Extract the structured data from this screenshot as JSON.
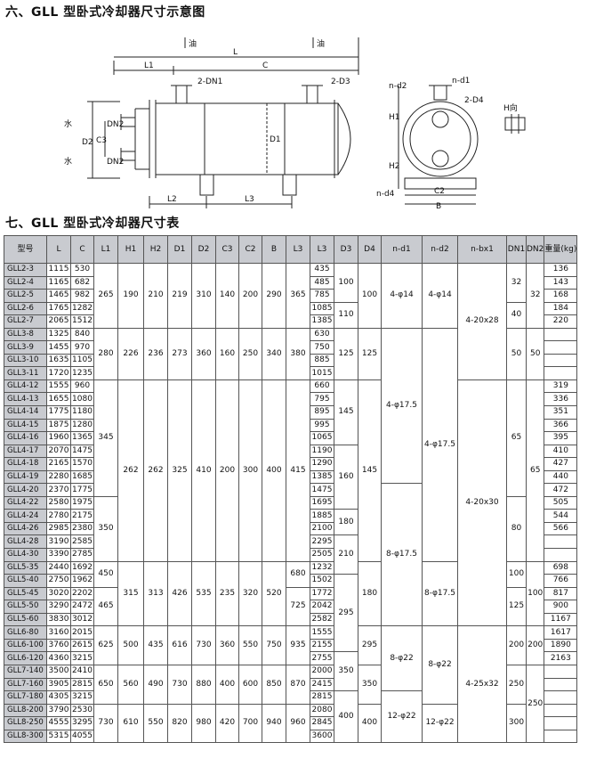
{
  "section6_title": "六、GLL 型卧式冷却器尺寸示意图",
  "section7_title": "七、GLL 型卧式冷却器尺寸表",
  "drawing": {
    "labels": {
      "L": "L",
      "L1": "L1",
      "C": "C",
      "DN1": "2-DN1",
      "D3": "2-D3",
      "D1": "D1",
      "D2": "D2",
      "C3": "C3",
      "DN2a": "DN2",
      "DN2b": "DN2",
      "L2": "L2",
      "L3": "L3",
      "water_in": "水",
      "water_out": "水",
      "oil_in": "油",
      "oil_out": "油",
      "nd2": "n-d2",
      "nd1": "n-d1",
      "D4": "2-D4",
      "H1": "H1",
      "H2": "H2",
      "nd4": "n-d4",
      "C2": "C2",
      "B": "B",
      "H": "H向"
    }
  },
  "table": {
    "headers": [
      "型号",
      "L",
      "C",
      "L1",
      "H1",
      "H2",
      "D1",
      "D2",
      "C3",
      "C2",
      "B",
      "L3",
      "L3",
      "D3",
      "D4",
      "n-d1",
      "n-d2",
      "n-bx1",
      "DN1",
      "DN2",
      "重量(kg)"
    ],
    "models": [
      "GLL2-3",
      "GLL2-4",
      "GLL2-5",
      "GLL2-6",
      "GLL2-7",
      "GLL3-8",
      "GLL3-9",
      "GLL3-10",
      "GLL3-11",
      "GLL4-12",
      "GLL4-13",
      "GLL4-14",
      "GLL4-15",
      "GLL4-16",
      "GLL4-17",
      "GLL4-18",
      "GLL4-19",
      "GLL4-20",
      "GLL4-22",
      "GLL4-24",
      "GLL4-26",
      "GLL4-28",
      "GLL4-30",
      "GLL5-35",
      "GLL5-40",
      "GLL5-45",
      "GLL5-50",
      "GLL5-60",
      "GLL6-80",
      "GLL6-100",
      "GLL6-120",
      "GLL7-140",
      "GLL7-160",
      "GLL7-180",
      "GLL8-200",
      "GLL8-250",
      "GLL8-300"
    ],
    "L": [
      "1115",
      "1165",
      "1465",
      "1765",
      "2065",
      "1325",
      "1455",
      "1635",
      "1720",
      "1555",
      "1655",
      "1775",
      "1875",
      "1960",
      "2070",
      "2165",
      "2280",
      "2370",
      "2580",
      "2780",
      "2985",
      "3190",
      "3390",
      "2440",
      "2750",
      "3020",
      "3290",
      "3830",
      "3160",
      "3760",
      "4360",
      "3500",
      "3905",
      "4305",
      "3790",
      "4555",
      "5315"
    ],
    "C": [
      "530",
      "682",
      "982",
      "1282",
      "1512",
      "840",
      "970",
      "1105",
      "1235",
      "960",
      "1080",
      "1180",
      "1280",
      "1365",
      "1475",
      "1570",
      "1685",
      "1775",
      "1975",
      "2175",
      "2380",
      "2585",
      "2785",
      "1692",
      "1962",
      "2202",
      "2472",
      "3012",
      "2015",
      "2615",
      "3215",
      "2410",
      "2815",
      "3215",
      "2530",
      "3295",
      "4055"
    ],
    "L4": [
      "435",
      "485",
      "785",
      "1085",
      "1385",
      "630",
      "750",
      "885",
      "1015",
      "660",
      "795",
      "895",
      "995",
      "1065",
      "1190",
      "1290",
      "1385",
      "1475",
      "1695",
      "1885",
      "2100",
      "2295",
      "2505",
      "1232",
      "1502",
      "1772",
      "2042",
      "2582",
      "1555",
      "2155",
      "2755",
      "2000",
      "2415",
      "2815",
      "2080",
      "2845",
      "3600"
    ],
    "weight": [
      "136",
      "143",
      "168",
      "184",
      "220",
      "",
      "",
      "",
      "",
      "319",
      "336",
      "351",
      "366",
      "395",
      "410",
      "427",
      "440",
      "472",
      "505",
      "544",
      "566",
      "",
      "",
      "698",
      "766",
      "817",
      "900",
      "1167",
      "1617",
      "1890",
      "2163",
      "",
      "",
      "",
      "",
      "",
      ""
    ],
    "groups": {
      "L1": [
        "265",
        "280",
        "345",
        "350",
        "450",
        "465",
        "625",
        "650",
        "730"
      ],
      "H1": [
        "190",
        "226",
        "262",
        "315",
        "500",
        "560",
        "610"
      ],
      "H2": [
        "210",
        "236",
        "262",
        "313",
        "435",
        "490",
        "550"
      ],
      "D1": [
        "219",
        "273",
        "325",
        "426",
        "616",
        "730",
        "820"
      ],
      "D2": [
        "310",
        "360",
        "410",
        "535",
        "730",
        "880",
        "980"
      ],
      "C3": [
        "140",
        "160",
        "200",
        "235",
        "360",
        "400",
        "420"
      ],
      "C2": [
        "200",
        "250",
        "300",
        "320",
        "550",
        "600",
        "700"
      ],
      "B": [
        "290",
        "340",
        "400",
        "520",
        "750",
        "850",
        "940"
      ],
      "L3": [
        "365",
        "380",
        "415",
        "680",
        "725",
        "935",
        "870",
        "960"
      ],
      "D3": [
        "100",
        "110",
        "125",
        "145",
        "160",
        "180",
        "210",
        "295",
        "350",
        "400"
      ],
      "D4": [
        "100",
        "125",
        "145",
        "180",
        "295",
        "350",
        "400"
      ],
      "nd1": [
        "4-φ14",
        "4-φ17.5",
        "8-φ17.5",
        "8-φ22",
        "12-φ22"
      ],
      "nd2": [
        "4-φ14",
        "4-φ17.5",
        "8-φ17.5",
        "8-φ22",
        "12-φ22"
      ],
      "nbx": [
        "4-20x28",
        "4-20x30",
        "4-25x32"
      ],
      "DN1": [
        "32",
        "40",
        "50",
        "65",
        "80",
        "100",
        "125",
        "200",
        "250",
        "300"
      ],
      "DN2": [
        "32",
        "50",
        "65",
        "100",
        "200",
        "250"
      ]
    }
  }
}
